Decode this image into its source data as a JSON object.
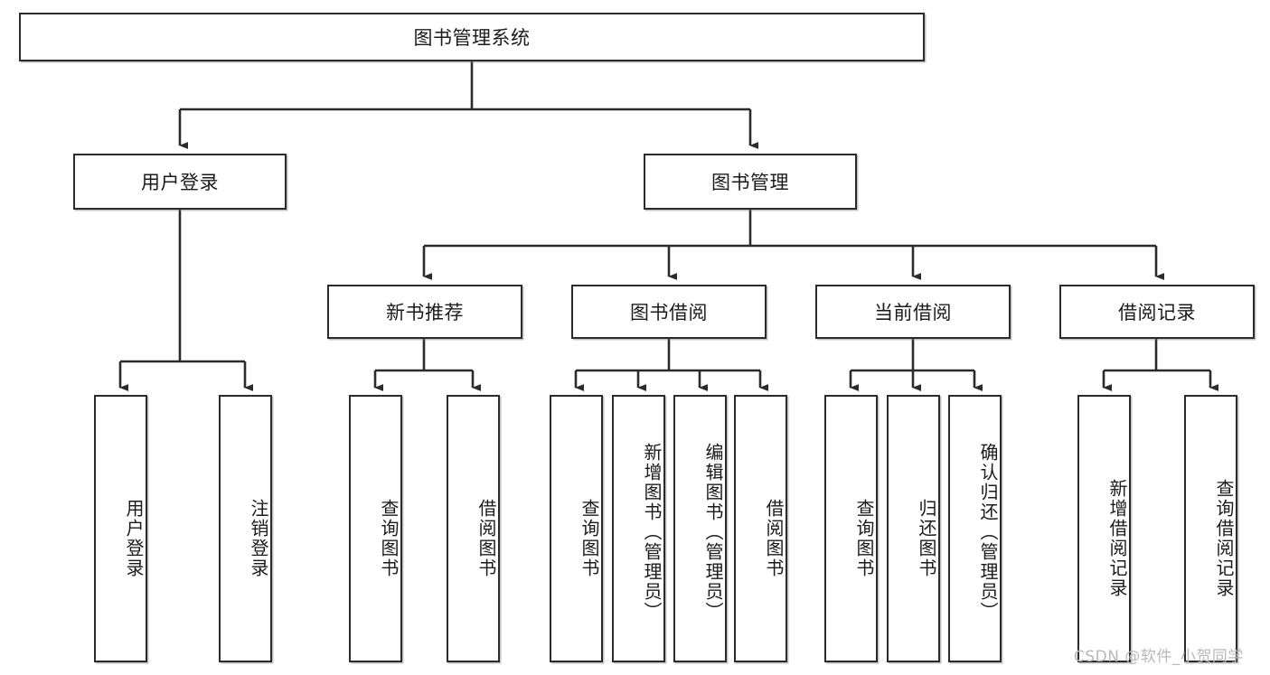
{
  "diagram": {
    "title": "图书管理系统",
    "type": "tree-hierarchy",
    "root": {
      "id": "root",
      "label": "图书管理系统"
    },
    "level2": [
      {
        "id": "user-login",
        "label": "用户登录"
      },
      {
        "id": "book-management",
        "label": "图书管理"
      }
    ],
    "level3": [
      {
        "id": "new-book-recommend",
        "label": "新书推荐"
      },
      {
        "id": "book-borrow",
        "label": "图书借阅"
      },
      {
        "id": "current-borrow",
        "label": "当前借阅"
      },
      {
        "id": "borrow-record",
        "label": "借阅记录"
      }
    ],
    "leaves": [
      {
        "id": "leaf-user-login",
        "label": "用户登录",
        "parent": "user-login"
      },
      {
        "id": "leaf-logout-login",
        "label": "注销登录",
        "parent": "user-login"
      },
      {
        "id": "leaf-query-book-1",
        "label": "查询图书",
        "parent": "new-book-recommend"
      },
      {
        "id": "leaf-borrow-book-1",
        "label": "借阅图书",
        "parent": "new-book-recommend"
      },
      {
        "id": "leaf-query-book-2",
        "label": "查询图书",
        "parent": "book-borrow"
      },
      {
        "id": "leaf-add-book",
        "label": "新增图书（管理员）",
        "parent": "book-borrow"
      },
      {
        "id": "leaf-edit-book",
        "label": "编辑图书（管理员）",
        "parent": "book-borrow"
      },
      {
        "id": "leaf-borrow-book-2",
        "label": "借阅图书",
        "parent": "book-borrow"
      },
      {
        "id": "leaf-query-book-3",
        "label": "查询图书",
        "parent": "current-borrow"
      },
      {
        "id": "leaf-return-book",
        "label": "归还图书",
        "parent": "current-borrow"
      },
      {
        "id": "leaf-confirm-return",
        "label": "确认归还（管理员）",
        "parent": "current-borrow"
      },
      {
        "id": "leaf-add-record",
        "label": "新增借阅记录",
        "parent": "borrow-record"
      },
      {
        "id": "leaf-query-record",
        "label": "查询借阅记录",
        "parent": "borrow-record"
      }
    ]
  },
  "watermark": {
    "text": "CSDN @软件_小贺同学"
  },
  "colors": {
    "stroke": "#2b2b2b",
    "fill": "#ffffff",
    "text": "#1b1b1b",
    "watermark": "#b9b9b9"
  }
}
